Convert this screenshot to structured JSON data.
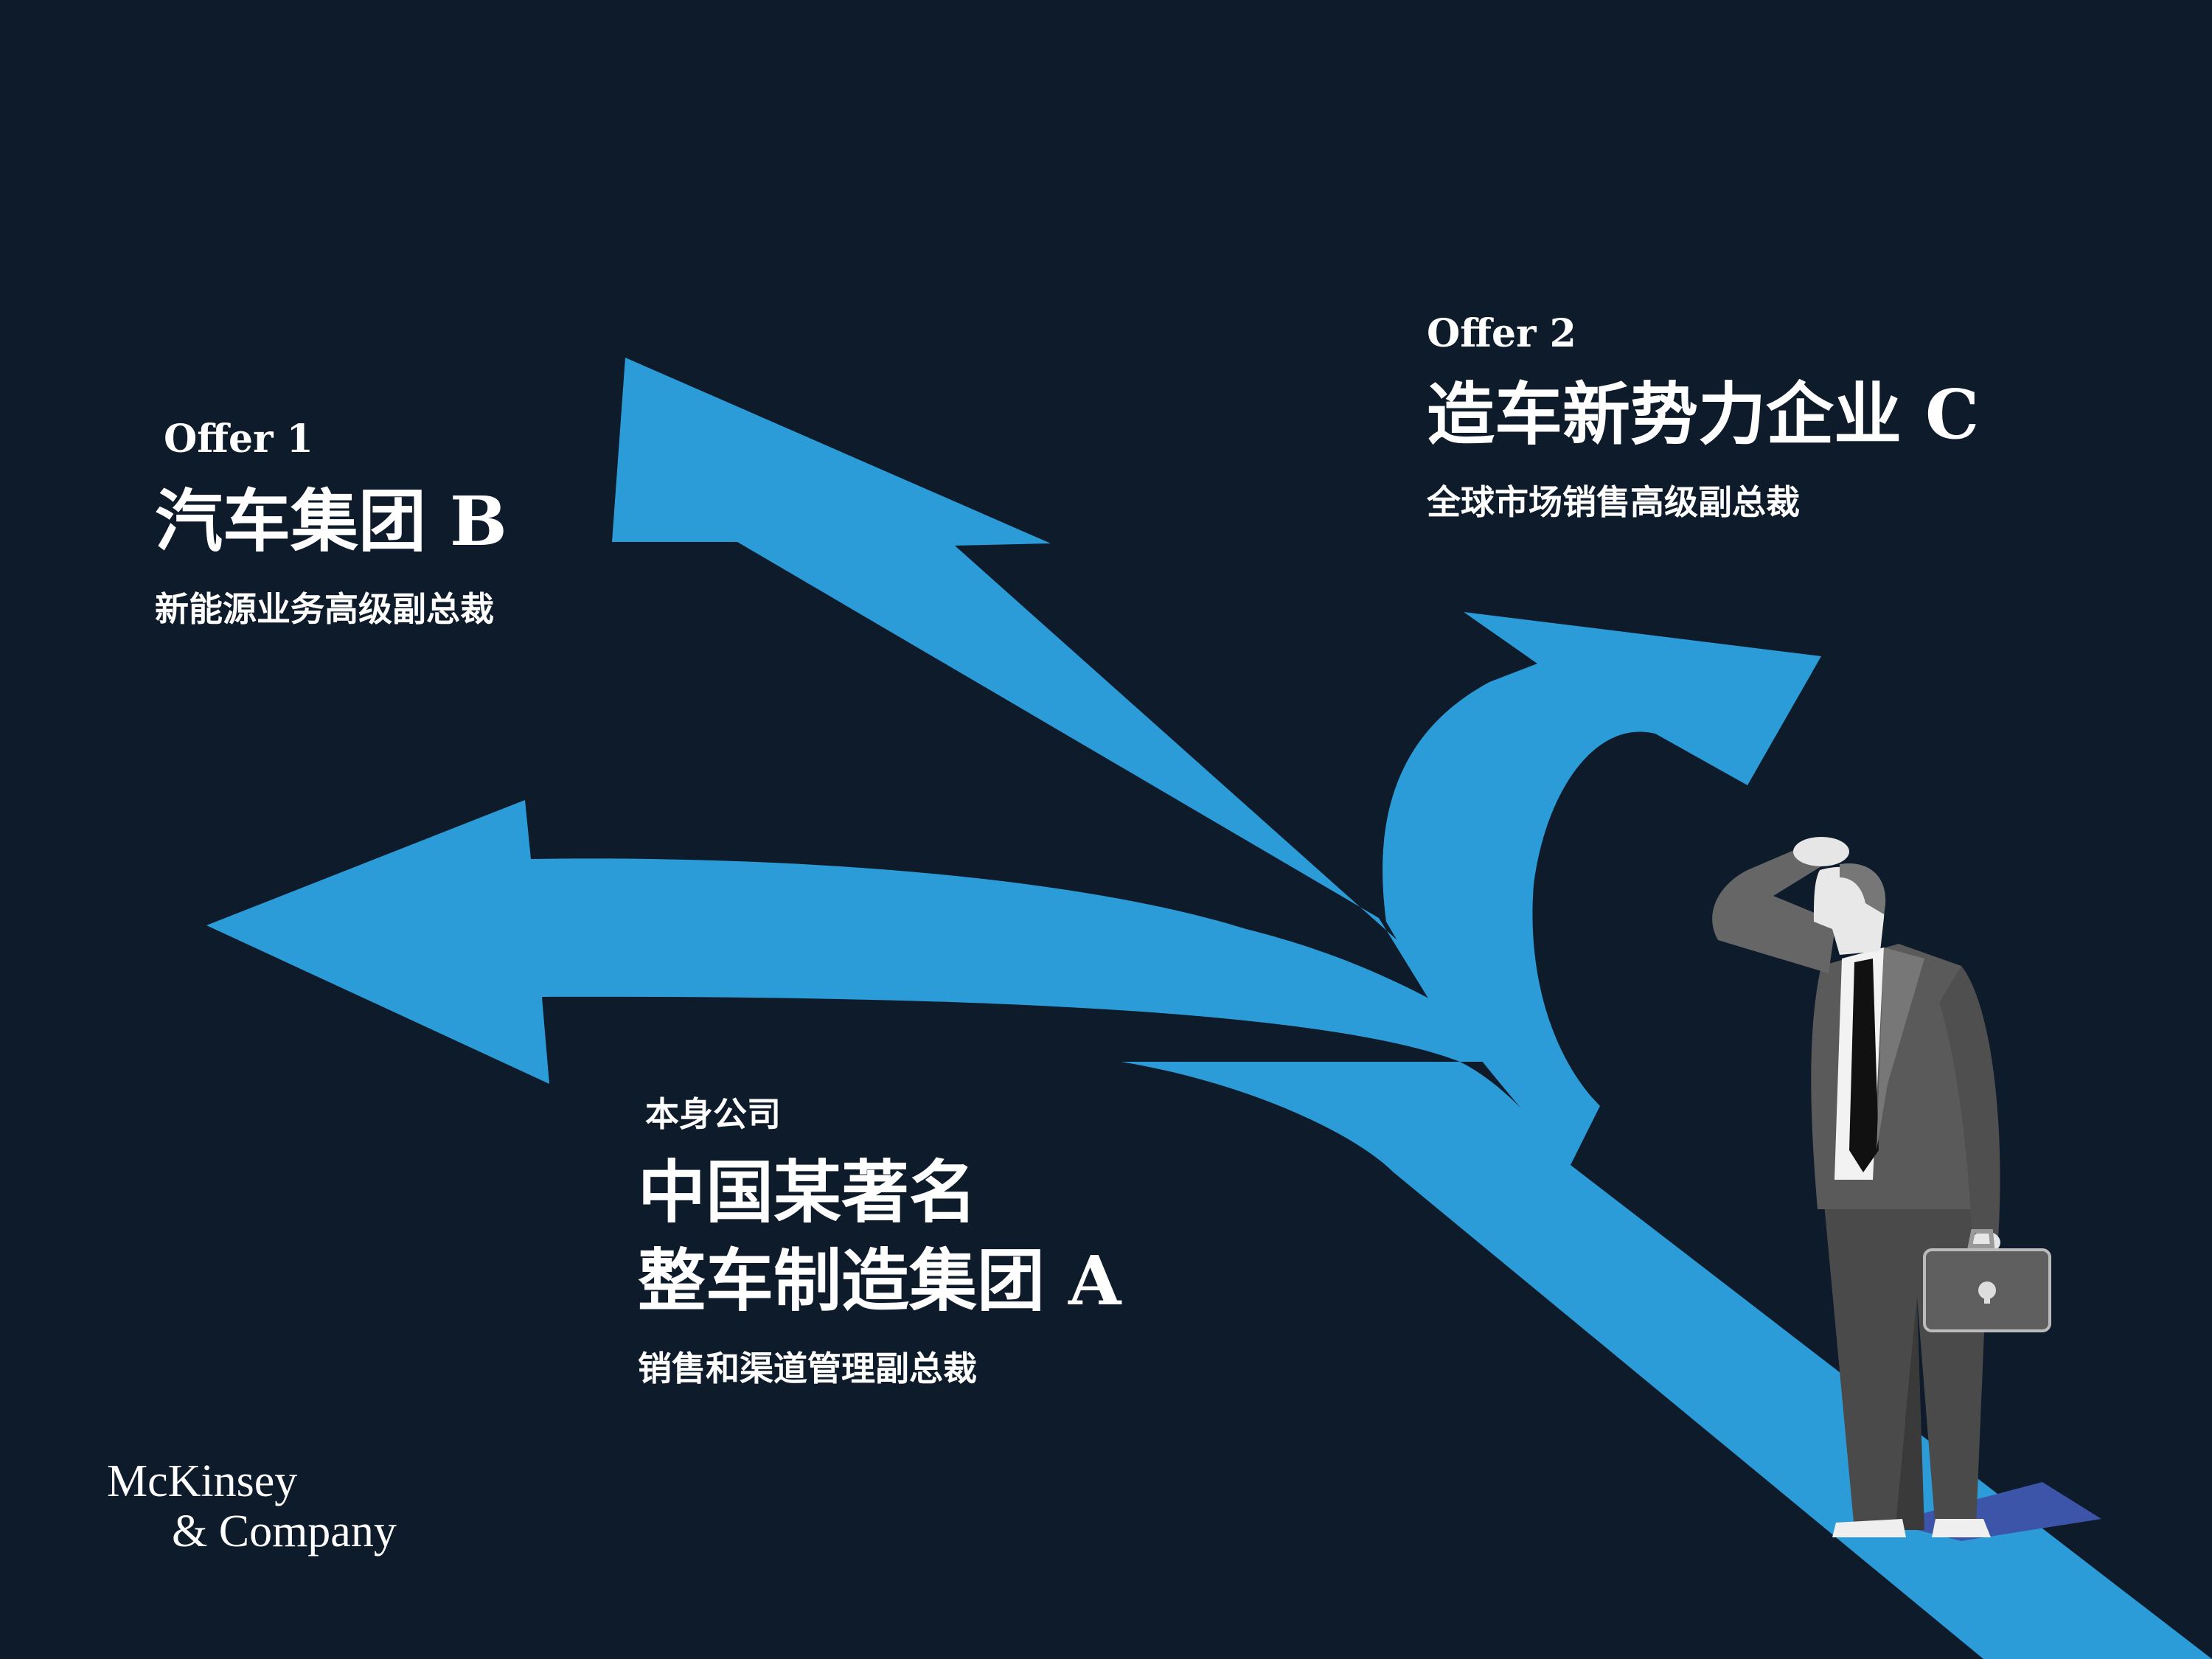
{
  "offer_b": {
    "tag": "Offer 1",
    "title": "汽车集团 B",
    "subtitle": "新能源业务高级副总裁"
  },
  "offer_c": {
    "tag": "Offer 2",
    "title": "造车新势力企业 C",
    "subtitle": "全球市场销售高级副总裁"
  },
  "current": {
    "tag": "本身公司",
    "title_line1": "中国某著名",
    "title_line2": "整车制造集团 A",
    "subtitle": "销售和渠道管理副总裁"
  },
  "logo": {
    "line1": "McKinsey",
    "line2": "& Company"
  },
  "colors": {
    "background": "#0d1b2a",
    "arrow": "#2b9cd8",
    "text": "#ffffff"
  }
}
